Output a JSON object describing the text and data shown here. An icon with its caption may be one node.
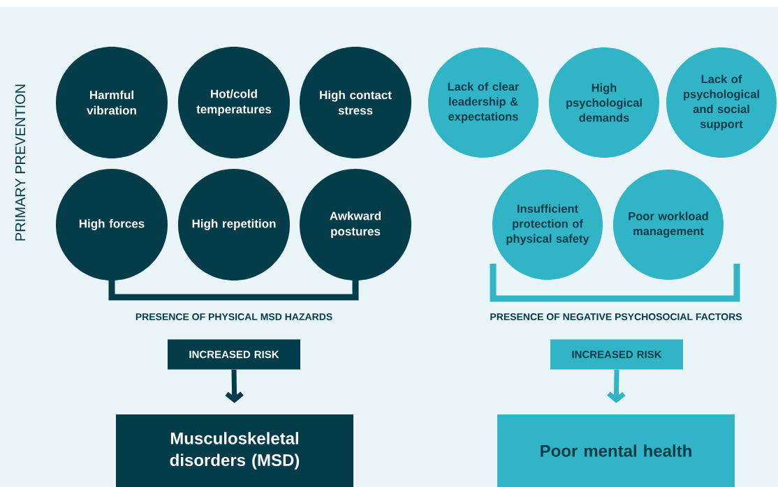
{
  "diagram": {
    "nodes": [
      {
        "text": [
          "Harmful vibration"
        ]
      },
      {
        "text": [
          "Hot/cold temperatures"
        ]
      },
      {
        "text": [
          "High contact stress"
        ]
      },
      {
        "text": [
          "High forces"
        ]
      },
      {
        "text": [
          "High repetition"
        ]
      },
      {
        "text": [
          "Awkward postures"
        ]
      },
      {
        "text": [
          "Lack of clear leadership & expectations"
        ]
      },
      {
        "text": [
          "High psychological demands"
        ]
      },
      {
        "text": [
          "Lack of psychological and social support"
        ]
      },
      {
        "text": [
          "Insufficient protection of physical safety"
        ]
      },
      {
        "text": [
          "Poor workload management"
        ]
      },
      {
        "text": [
          "INCREASED RISK"
        ]
      },
      {
        "text": [
          "Musculoskeletal disorders (MSD)"
        ]
      },
      {
        "text": [
          "INCREASED RISK"
        ]
      },
      {
        "text": [
          "Poor mental health"
        ]
      }
    ],
    "edges": [
      {
        "from": 11,
        "to": 12,
        "arrow": "to",
        "color": "#053c4a"
      },
      {
        "from": 13,
        "to": 14,
        "arrow": "to",
        "color": "#31b4c6"
      }
    ],
    "labels": [
      "PRIMARY PREVENTION",
      "PRESENCE OF PHYSICAL MSD HAZARDS",
      "PRESENCE OF NEGATIVE PSYCHOSOCIAL FACTORS"
    ]
  }
}
